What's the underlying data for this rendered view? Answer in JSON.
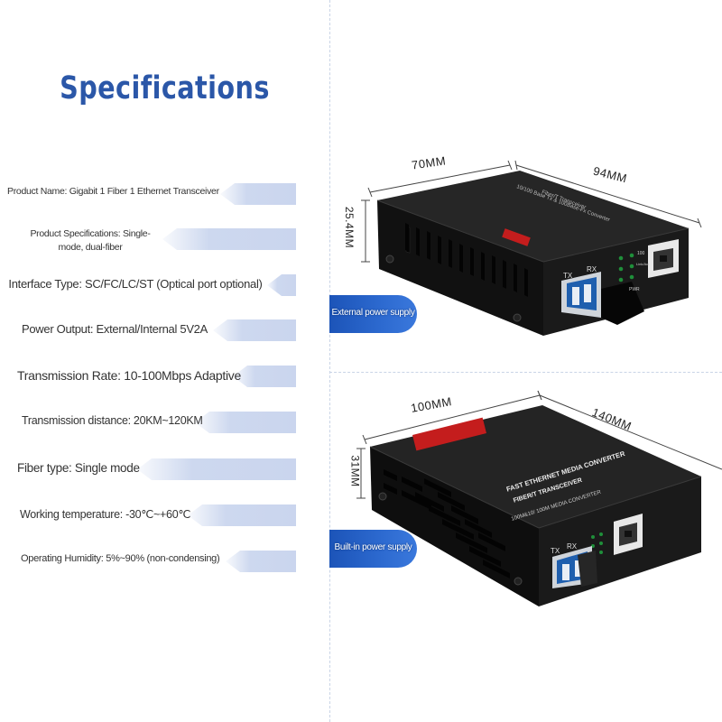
{
  "title": "Specifications",
  "specs": [
    {
      "label": "Product Name: Gigabit 1 Fiber 1 Ethernet Transceiver"
    },
    {
      "label": "Product Specifications: Single-mode, dual-fiber"
    },
    {
      "label": "Interface Type: SC/FC/LC/ST (Optical port optional)"
    },
    {
      "label": "Power Output: External/Internal 5V2A"
    },
    {
      "label": "Transmission Rate: 10-100Mbps Adaptive"
    },
    {
      "label": "Transmission distance: 20KM~120KM"
    },
    {
      "label": "Fiber type: Single mode"
    },
    {
      "label": "Working temperature: -30℃~+60℃"
    },
    {
      "label": "Operating Humidity: 5%~90% (non-condensing)"
    }
  ],
  "product_top": {
    "width": "70MM",
    "length": "94MM",
    "height": "25.4MM",
    "tag": "External power supply",
    "port_tx": "TX",
    "port_rx": "RX",
    "led_pwr": "PWR",
    "led_100": "100",
    "led_link": "Link/Act",
    "brand_color": "#c41d1d"
  },
  "product_bottom": {
    "width": "100MM",
    "length": "140MM",
    "height": "31MM",
    "tag": "Built-in power supply",
    "top_line1": "FAST ETHERNET MEDIA CONVERTER",
    "top_line2": "FIBER/T TRANSCEIVER",
    "top_line3": "100M&10/ 100M MEDIA CONVERTER",
    "port_tx": "TX",
    "port_rx": "RX",
    "brand_color": "#c41d1d"
  },
  "colors": {
    "accent": "#2b57a8",
    "tag_blue": "#2460c8",
    "bar_blue": "#cad5ee"
  }
}
